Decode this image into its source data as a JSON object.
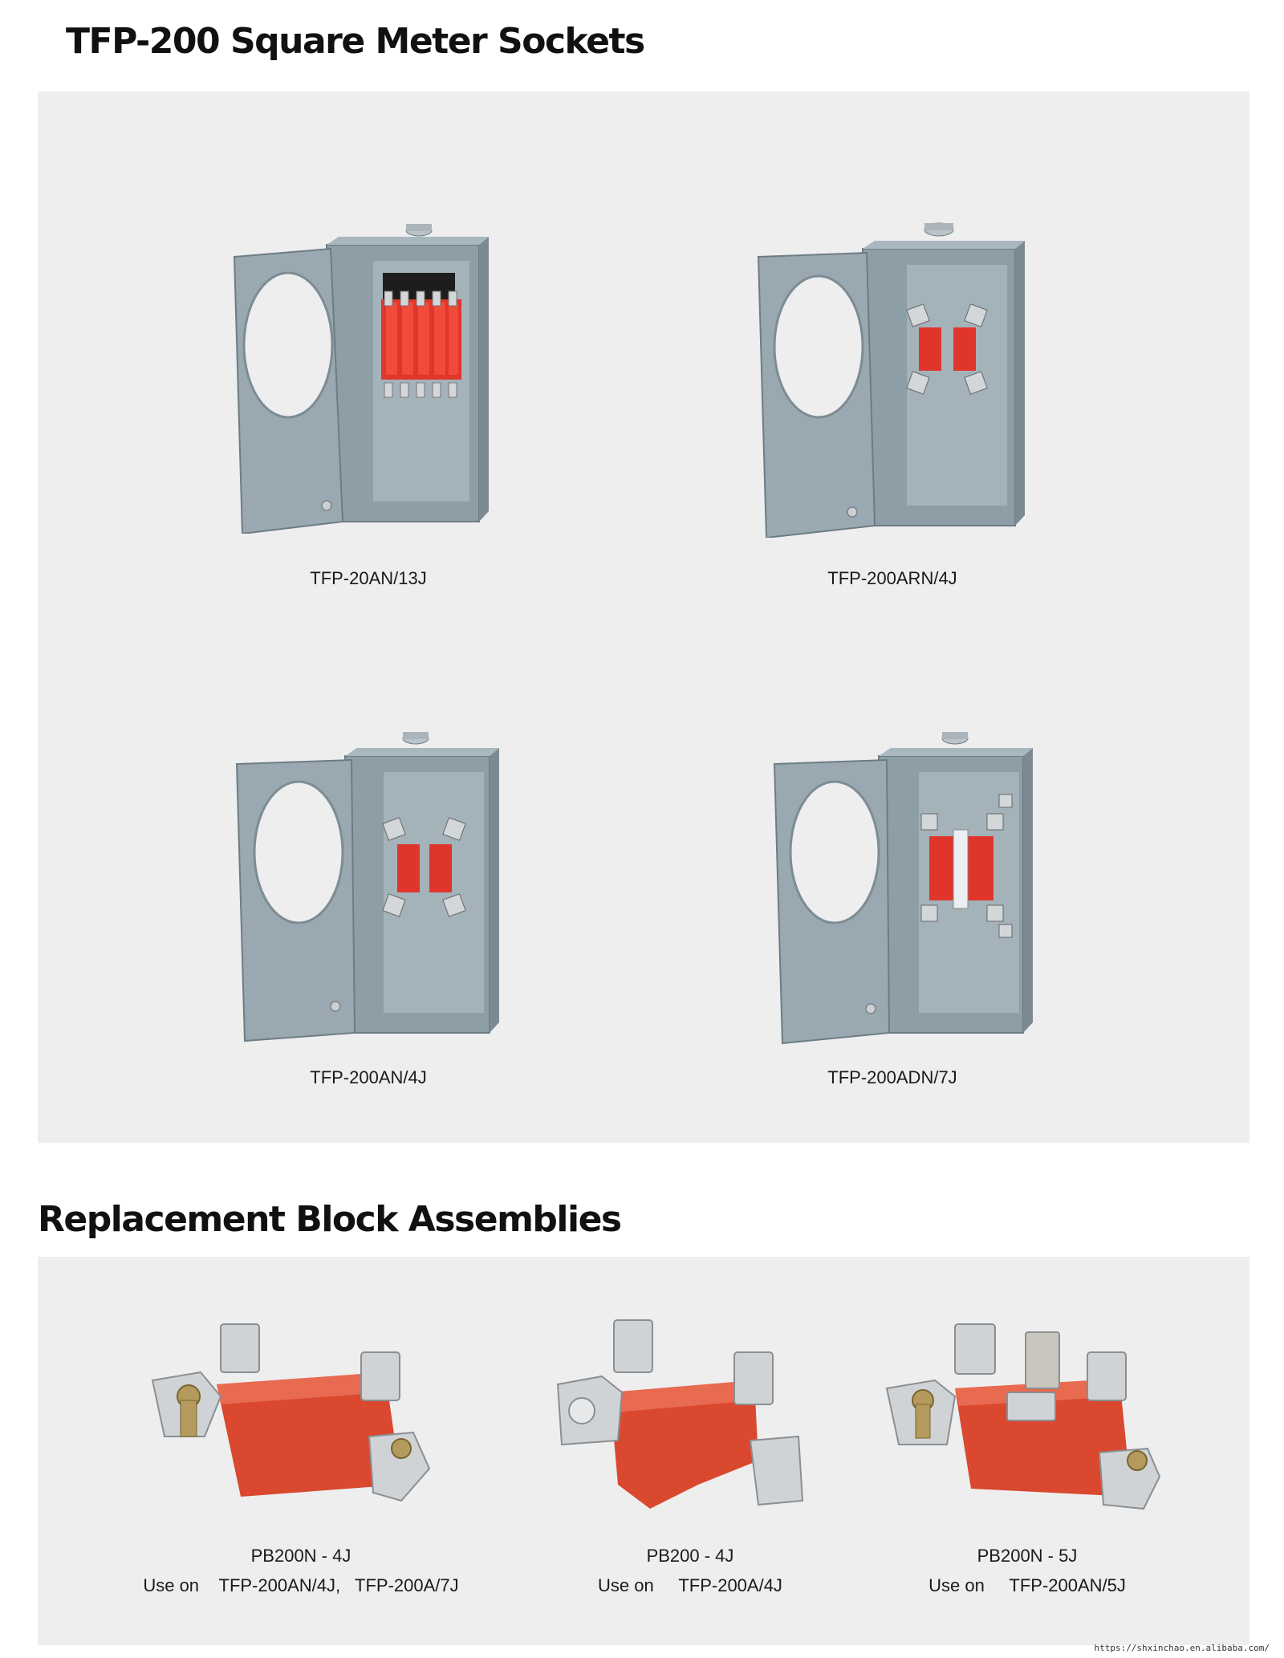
{
  "sections": {
    "sockets_title": "TFP-200 Square Meter Sockets",
    "blocks_title": "Replacement Block Assemblies"
  },
  "sockets": [
    {
      "model": "TFP-20AN/13J",
      "jaws": 13
    },
    {
      "model": "TFP-200ARN/4J",
      "jaws": 4
    },
    {
      "model": "TFP-200AN/4J",
      "jaws": 4
    },
    {
      "model": "TFP-200ADN/7J",
      "jaws": 7
    }
  ],
  "blocks": [
    {
      "model": "PB200N - 4J",
      "use_label": "Use on",
      "use_on": "TFP-200AN/4J,   TFP-200A/7J"
    },
    {
      "model": "PB200 - 4J",
      "use_label": "Use on",
      "use_on": "TFP-200A/4J"
    },
    {
      "model": "PB200N - 5J",
      "use_label": "Use on",
      "use_on": "TFP-200AN/5J"
    }
  ],
  "footer": {
    "url": "https://shxinchao.en.alibaba.com/"
  },
  "colors": {
    "panel": "#eeeeee",
    "enclosure": "#9aa9b1",
    "block_red": "#d9482f",
    "jaw_metal": "#c8ccd0"
  }
}
